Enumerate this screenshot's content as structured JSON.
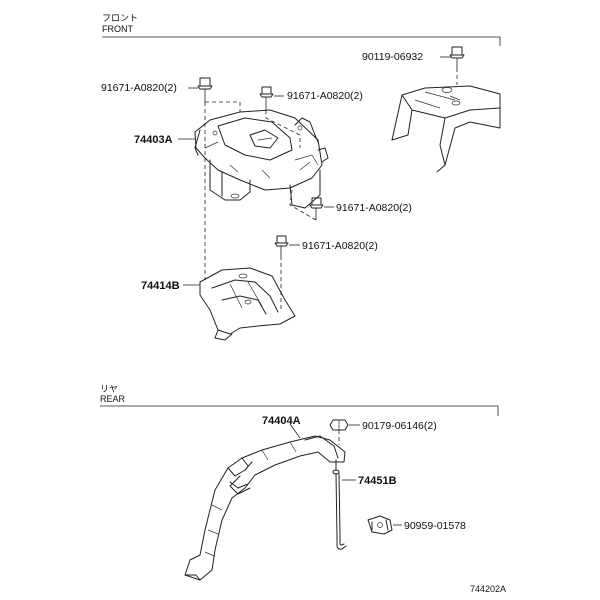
{
  "front_section": {
    "label_jp": "フロント",
    "label_en": "FRONT"
  },
  "rear_section": {
    "label_jp": "リヤ",
    "label_en": "REAR"
  },
  "front_parts": {
    "bolt_top_right": "90119-06932",
    "bolt_upper_left": "91671-A0820(2)",
    "bolt_upper_mid": "91671-A0820(2)",
    "bracket_main": "74403A",
    "bolt_mid_right": "91671-A0820(2)",
    "bolt_lower": "91671-A0820(2)",
    "bracket_lower": "74414B"
  },
  "rear_parts": {
    "clamp": "74404A",
    "nut": "90179-06146(2)",
    "rod": "74451B",
    "clip": "90959-01578"
  },
  "diagram_ref": "744202A"
}
